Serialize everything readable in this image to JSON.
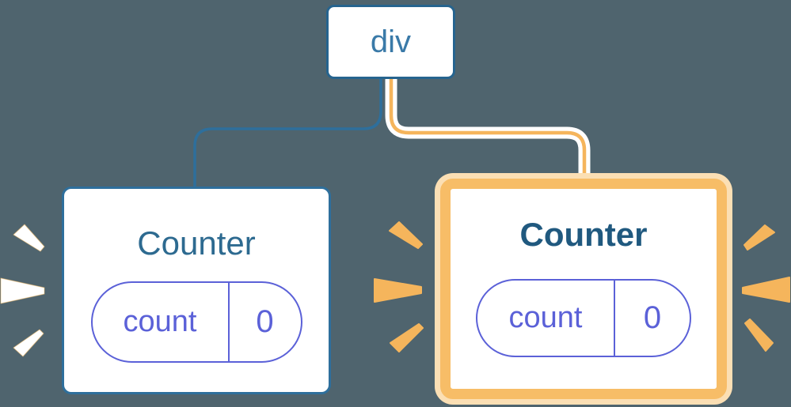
{
  "diagram": {
    "root": {
      "label": "div"
    },
    "children": [
      {
        "title": "Counter",
        "state_key": "count",
        "state_value": "0",
        "highlighted": false
      },
      {
        "title": "Counter",
        "state_key": "count",
        "state_value": "0",
        "highlighted": true
      }
    ]
  },
  "icons": {
    "sparks_left_of_left_card": "burst-spark-icon",
    "sparks_left_of_right_card": "burst-spark-icon",
    "sparks_right_of_right_card": "burst-spark-icon"
  },
  "colors": {
    "background": "#4f646e",
    "blue_border": "#26648f",
    "blue_line": "#2e6f9c",
    "blue_text": "#3a7aa8",
    "title_blue": "#2d6a90",
    "title_blue_bold": "#20597f",
    "purple": "#5b61d8",
    "orange": "#f5b55c",
    "orange_ring": "#f7bd67",
    "orange_ring_light": "#fbdfb4",
    "white": "#ffffff"
  }
}
